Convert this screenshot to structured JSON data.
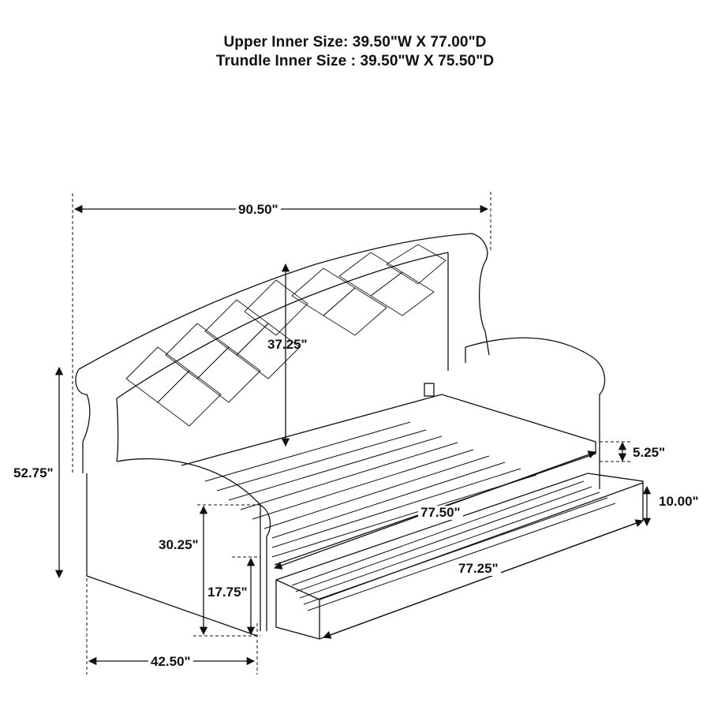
{
  "header": {
    "upper_inner_size": "Upper Inner Size: 39.50\"W X 77.00\"D",
    "trundle_inner_size": "Trundle Inner Size : 39.50\"W X 75.50\"D"
  },
  "dimensions": {
    "overall_width": "90.50\"",
    "back_height": "37.25\"",
    "overall_height": "52.75\"",
    "arm_height": "30.25\"",
    "seat_height": "17.75\"",
    "overall_depth": "42.50\"",
    "upper_length": "77.50\"",
    "trundle_length": "77.25\"",
    "rail_height": "5.25\"",
    "trundle_height": "10.00\""
  },
  "diagram": {
    "subject": "daybed with tufted wingback and pull-out trundle",
    "line_color": "#111111",
    "background": "#ffffff"
  }
}
